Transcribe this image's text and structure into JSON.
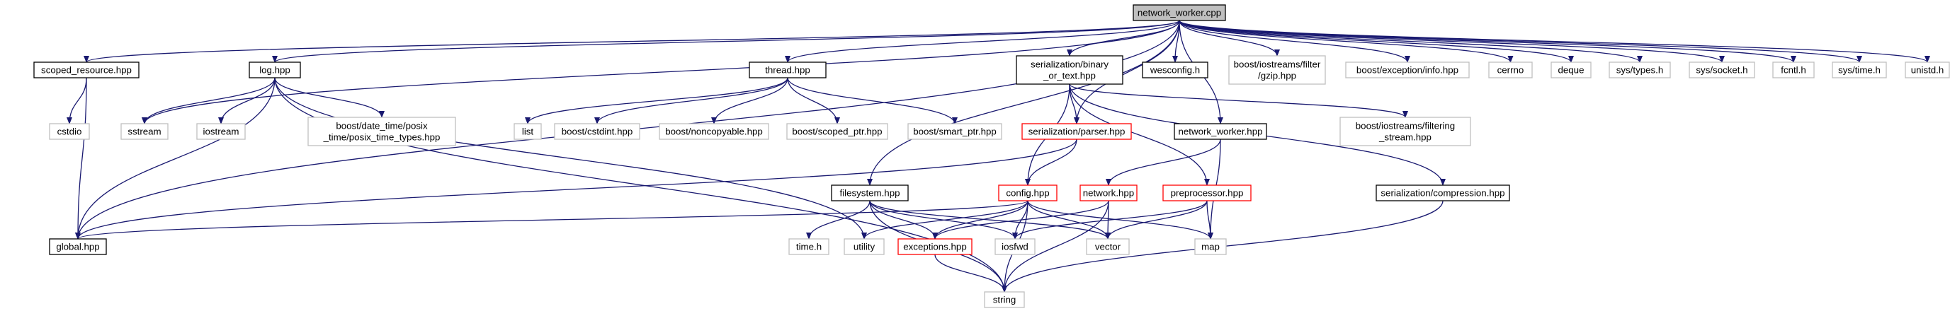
{
  "colors": {
    "edge": "#191970",
    "root_fill": "#bfbfbf",
    "root_border": "#000000",
    "documented_border": "#000000",
    "external_border": "#bfbfbf",
    "incomplete_border": "#ff0000",
    "node_fill": "#ffffff"
  },
  "root": {
    "label": "network_worker.cpp"
  },
  "nodes": [
    {
      "id": "root",
      "lines": [
        "network_worker.cpp"
      ],
      "kind": "root"
    },
    {
      "id": "scoped_resource",
      "lines": [
        "scoped_resource.hpp"
      ],
      "kind": "documented"
    },
    {
      "id": "log",
      "lines": [
        "log.hpp"
      ],
      "kind": "documented"
    },
    {
      "id": "thread",
      "lines": [
        "thread.hpp"
      ],
      "kind": "documented"
    },
    {
      "id": "serialization_binary",
      "lines": [
        "serialization/binary",
        "_or_text.hpp"
      ],
      "kind": "documented"
    },
    {
      "id": "wesconfig",
      "lines": [
        "wesconfig.h"
      ],
      "kind": "documented"
    },
    {
      "id": "gzip",
      "lines": [
        "boost/iostreams/filter",
        "/gzip.hpp"
      ],
      "kind": "external"
    },
    {
      "id": "exception_info",
      "lines": [
        "boost/exception/info.hpp"
      ],
      "kind": "external"
    },
    {
      "id": "cerrno",
      "lines": [
        "cerrno"
      ],
      "kind": "external"
    },
    {
      "id": "deque",
      "lines": [
        "deque"
      ],
      "kind": "external"
    },
    {
      "id": "sys_types",
      "lines": [
        "sys/types.h"
      ],
      "kind": "external"
    },
    {
      "id": "sys_socket",
      "lines": [
        "sys/socket.h"
      ],
      "kind": "external"
    },
    {
      "id": "fcntl",
      "lines": [
        "fcntl.h"
      ],
      "kind": "external"
    },
    {
      "id": "sys_time",
      "lines": [
        "sys/time.h"
      ],
      "kind": "external"
    },
    {
      "id": "unistd",
      "lines": [
        "unistd.h"
      ],
      "kind": "external"
    },
    {
      "id": "cstdio",
      "lines": [
        "cstdio"
      ],
      "kind": "external"
    },
    {
      "id": "sstream",
      "lines": [
        "sstream"
      ],
      "kind": "external"
    },
    {
      "id": "iostream",
      "lines": [
        "iostream"
      ],
      "kind": "external"
    },
    {
      "id": "posix_time_types",
      "lines": [
        "boost/date_time/posix",
        "_time/posix_time_types.hpp"
      ],
      "kind": "external"
    },
    {
      "id": "list",
      "lines": [
        "list"
      ],
      "kind": "external"
    },
    {
      "id": "cstdint",
      "lines": [
        "boost/cstdint.hpp"
      ],
      "kind": "external"
    },
    {
      "id": "noncopyable",
      "lines": [
        "boost/noncopyable.hpp"
      ],
      "kind": "external"
    },
    {
      "id": "scoped_ptr",
      "lines": [
        "boost/scoped_ptr.hpp"
      ],
      "kind": "external"
    },
    {
      "id": "smart_ptr",
      "lines": [
        "boost/smart_ptr.hpp"
      ],
      "kind": "external"
    },
    {
      "id": "parser",
      "lines": [
        "serialization/parser.hpp"
      ],
      "kind": "incomplete"
    },
    {
      "id": "network_worker",
      "lines": [
        "network_worker.hpp"
      ],
      "kind": "documented"
    },
    {
      "id": "filtering_stream",
      "lines": [
        "boost/iostreams/filtering",
        "_stream.hpp"
      ],
      "kind": "external"
    },
    {
      "id": "compression",
      "lines": [
        "serialization/compression.hpp"
      ],
      "kind": "documented"
    },
    {
      "id": "filesystem",
      "lines": [
        "filesystem.hpp"
      ],
      "kind": "documented"
    },
    {
      "id": "config",
      "lines": [
        "config.hpp"
      ],
      "kind": "incomplete"
    },
    {
      "id": "network",
      "lines": [
        "network.hpp"
      ],
      "kind": "incomplete"
    },
    {
      "id": "preprocessor",
      "lines": [
        "preprocessor.hpp"
      ],
      "kind": "incomplete"
    },
    {
      "id": "global",
      "lines": [
        "global.hpp"
      ],
      "kind": "documented"
    },
    {
      "id": "time_h",
      "lines": [
        "time.h"
      ],
      "kind": "external"
    },
    {
      "id": "utility",
      "lines": [
        "utility"
      ],
      "kind": "external"
    },
    {
      "id": "exceptions",
      "lines": [
        "exceptions.hpp"
      ],
      "kind": "incomplete"
    },
    {
      "id": "iosfwd",
      "lines": [
        "iosfwd"
      ],
      "kind": "external"
    },
    {
      "id": "vector",
      "lines": [
        "vector"
      ],
      "kind": "external"
    },
    {
      "id": "map",
      "lines": [
        "map"
      ],
      "kind": "external"
    },
    {
      "id": "string",
      "lines": [
        "string"
      ],
      "kind": "external"
    }
  ],
  "edges": [
    [
      "root",
      "scoped_resource"
    ],
    [
      "root",
      "log"
    ],
    [
      "root",
      "thread"
    ],
    [
      "root",
      "serialization_binary"
    ],
    [
      "root",
      "wesconfig"
    ],
    [
      "root",
      "gzip"
    ],
    [
      "root",
      "exception_info"
    ],
    [
      "root",
      "cerrno"
    ],
    [
      "root",
      "deque"
    ],
    [
      "root",
      "sys_types"
    ],
    [
      "root",
      "sys_socket"
    ],
    [
      "root",
      "fcntl"
    ],
    [
      "root",
      "sys_time"
    ],
    [
      "root",
      "unistd"
    ],
    [
      "root",
      "sstream"
    ],
    [
      "root",
      "global"
    ],
    [
      "root",
      "filesystem"
    ],
    [
      "root",
      "parser"
    ],
    [
      "root",
      "network_worker"
    ],
    [
      "scoped_resource",
      "cstdio"
    ],
    [
      "scoped_resource",
      "global"
    ],
    [
      "log",
      "sstream"
    ],
    [
      "log",
      "iostream"
    ],
    [
      "log",
      "posix_time_types"
    ],
    [
      "log",
      "global"
    ],
    [
      "log",
      "utility"
    ],
    [
      "log",
      "string"
    ],
    [
      "thread",
      "list"
    ],
    [
      "thread",
      "cstdint"
    ],
    [
      "thread",
      "noncopyable"
    ],
    [
      "thread",
      "scoped_ptr"
    ],
    [
      "thread",
      "smart_ptr"
    ],
    [
      "serialization_binary",
      "parser"
    ],
    [
      "serialization_binary",
      "config"
    ],
    [
      "serialization_binary",
      "filtering_stream"
    ],
    [
      "serialization_binary",
      "preprocessor"
    ],
    [
      "serialization_binary",
      "compression"
    ],
    [
      "parser",
      "config"
    ],
    [
      "parser",
      "global"
    ],
    [
      "network_worker",
      "network"
    ],
    [
      "network_worker",
      "map"
    ],
    [
      "compression",
      "string"
    ],
    [
      "filesystem",
      "time_h"
    ],
    [
      "filesystem",
      "exceptions"
    ],
    [
      "filesystem",
      "iosfwd"
    ],
    [
      "filesystem",
      "vector"
    ],
    [
      "filesystem",
      "string"
    ],
    [
      "config",
      "global"
    ],
    [
      "config",
      "utility"
    ],
    [
      "config",
      "exceptions"
    ],
    [
      "config",
      "iosfwd"
    ],
    [
      "config",
      "vector"
    ],
    [
      "config",
      "map"
    ],
    [
      "config",
      "string"
    ],
    [
      "network",
      "exceptions"
    ],
    [
      "network",
      "vector"
    ],
    [
      "network",
      "string"
    ],
    [
      "preprocessor",
      "iosfwd"
    ],
    [
      "preprocessor",
      "vector"
    ],
    [
      "preprocessor",
      "map"
    ],
    [
      "exceptions",
      "string"
    ]
  ]
}
